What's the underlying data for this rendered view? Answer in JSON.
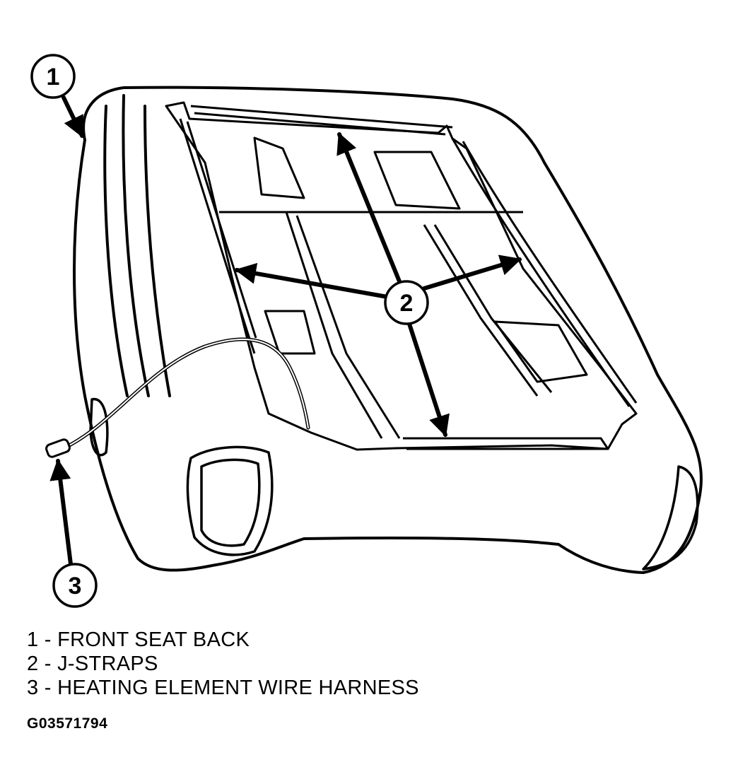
{
  "callouts": [
    {
      "number": "1"
    },
    {
      "number": "2"
    },
    {
      "number": "3"
    }
  ],
  "legend": [
    "1 - FRONT SEAT BACK",
    "2 - J-STRAPS",
    "3 - HEATING ELEMENT WIRE HARNESS"
  ],
  "figure_code": "G03571794",
  "colors": {
    "ink": "#000000",
    "paper": "#ffffff"
  }
}
